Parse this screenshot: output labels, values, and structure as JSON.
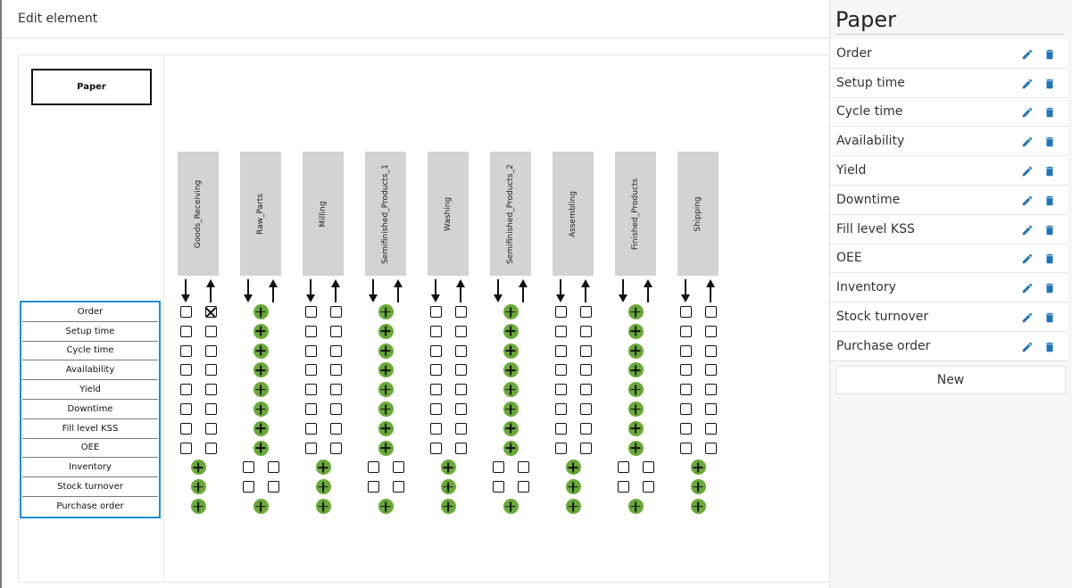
{
  "modal": {
    "title": "Edit element"
  },
  "diagram": {
    "paper_label": "Paper",
    "kpis": [
      "Order",
      "Setup time",
      "Cycle time",
      "Availability",
      "Yield",
      "Downtime",
      "Fill level KSS",
      "OEE",
      "Inventory",
      "Stock turnover",
      "Purchase order"
    ],
    "stages": [
      {
        "name": "Goods_Receiving",
        "type": "process",
        "checked": [
          [
            0,
            1
          ]
        ]
      },
      {
        "name": "Raw_Parts",
        "type": "buffer"
      },
      {
        "name": "Milling",
        "type": "process"
      },
      {
        "name": "Semifinished_Products_1",
        "type": "buffer"
      },
      {
        "name": "Washing",
        "type": "process"
      },
      {
        "name": "Semifinished_Products_2",
        "type": "buffer"
      },
      {
        "name": "Assembling",
        "type": "process"
      },
      {
        "name": "Finished_Products",
        "type": "buffer"
      },
      {
        "name": "Shipping",
        "type": "process"
      }
    ],
    "colors": {
      "selection": "#1d8fcf",
      "stage_fill": "#d3d3d3",
      "plus_fill": "#6aaa37"
    }
  },
  "sidebar": {
    "title": "Paper",
    "items": [
      "Order",
      "Setup time",
      "Cycle time",
      "Availability",
      "Yield",
      "Downtime",
      "Fill level KSS",
      "OEE",
      "Inventory",
      "Stock turnover",
      "Purchase order"
    ],
    "new_label": "New",
    "icons": {
      "edit": "pencil-icon",
      "delete": "trash-icon"
    },
    "icon_color": "#1d76b7"
  }
}
